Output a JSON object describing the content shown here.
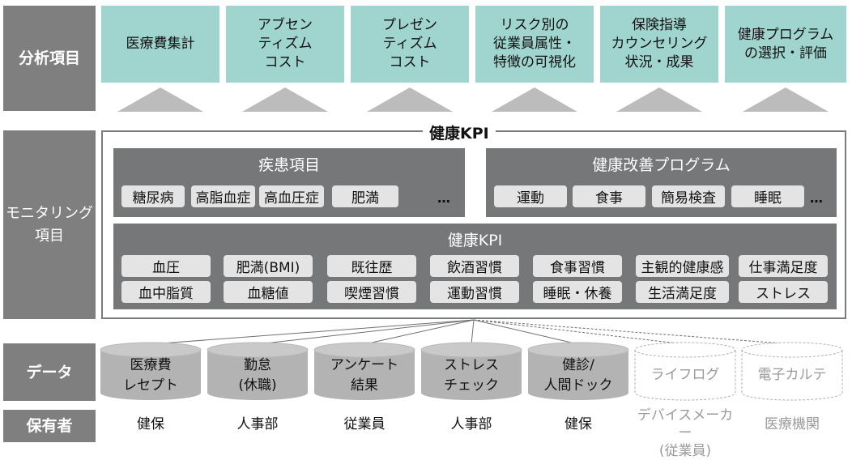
{
  "row_labels": {
    "analysis": "分析項目",
    "monitoring": "モニタリング\n項目",
    "data": "データ",
    "owner": "保有者"
  },
  "analysis_items": [
    "医療費集計",
    "アブセン\nティズム\nコスト",
    "プレゼン\nティズム\nコスト",
    "リスク別の\n従業員属性・\n特徴の可視化",
    "保険指導\nカウンセリング\n状況・成果",
    "健康プログラム\nの選択・評価"
  ],
  "kpi_frame": {
    "title": "健康KPI",
    "disease_panel": {
      "title": "疾患項目",
      "items": [
        "糖尿病",
        "高脂血症",
        "高血圧症",
        "肥満"
      ],
      "more": "…"
    },
    "program_panel": {
      "title": "健康改善プログラム",
      "items": [
        "運動",
        "食事",
        "簡易検査",
        "睡眠"
      ],
      "more": "…"
    },
    "kpi_panel": {
      "title": "健康KPI",
      "row1": [
        "血圧",
        "肥満(BMI)",
        "既往歴",
        "飲酒習慣",
        "食事習慣",
        "主観的健康感",
        "仕事満足度"
      ],
      "row2": [
        "血中脂質",
        "血糖値",
        "喫煙習慣",
        "運動習慣",
        "睡眠・休養",
        "生活満足度",
        "ストレス"
      ]
    }
  },
  "data_sources": [
    {
      "label": "医療費\nレセプト",
      "owner": "健保",
      "available": true
    },
    {
      "label": "勤怠\n(休職)",
      "owner": "人事部",
      "available": true
    },
    {
      "label": "アンケート\n結果",
      "owner": "従業員",
      "available": true
    },
    {
      "label": "ストレス\nチェック",
      "owner": "人事部",
      "available": true
    },
    {
      "label": "健診/\n人間ドック",
      "owner": "健保",
      "available": true
    },
    {
      "label": "ライフログ",
      "owner": "デバイスメーカー\n(従業員)",
      "available": false
    },
    {
      "label": "電子カルテ",
      "owner": "医療機関",
      "available": false
    }
  ],
  "colors": {
    "label_bg": "#7f7f7f",
    "analysis_bg": "#a0d4cf",
    "panel_bg": "#757779",
    "chip_bg": "#e4e4e4",
    "cylinder": "#b3b3b3",
    "dashed": "#b0b0b0"
  }
}
